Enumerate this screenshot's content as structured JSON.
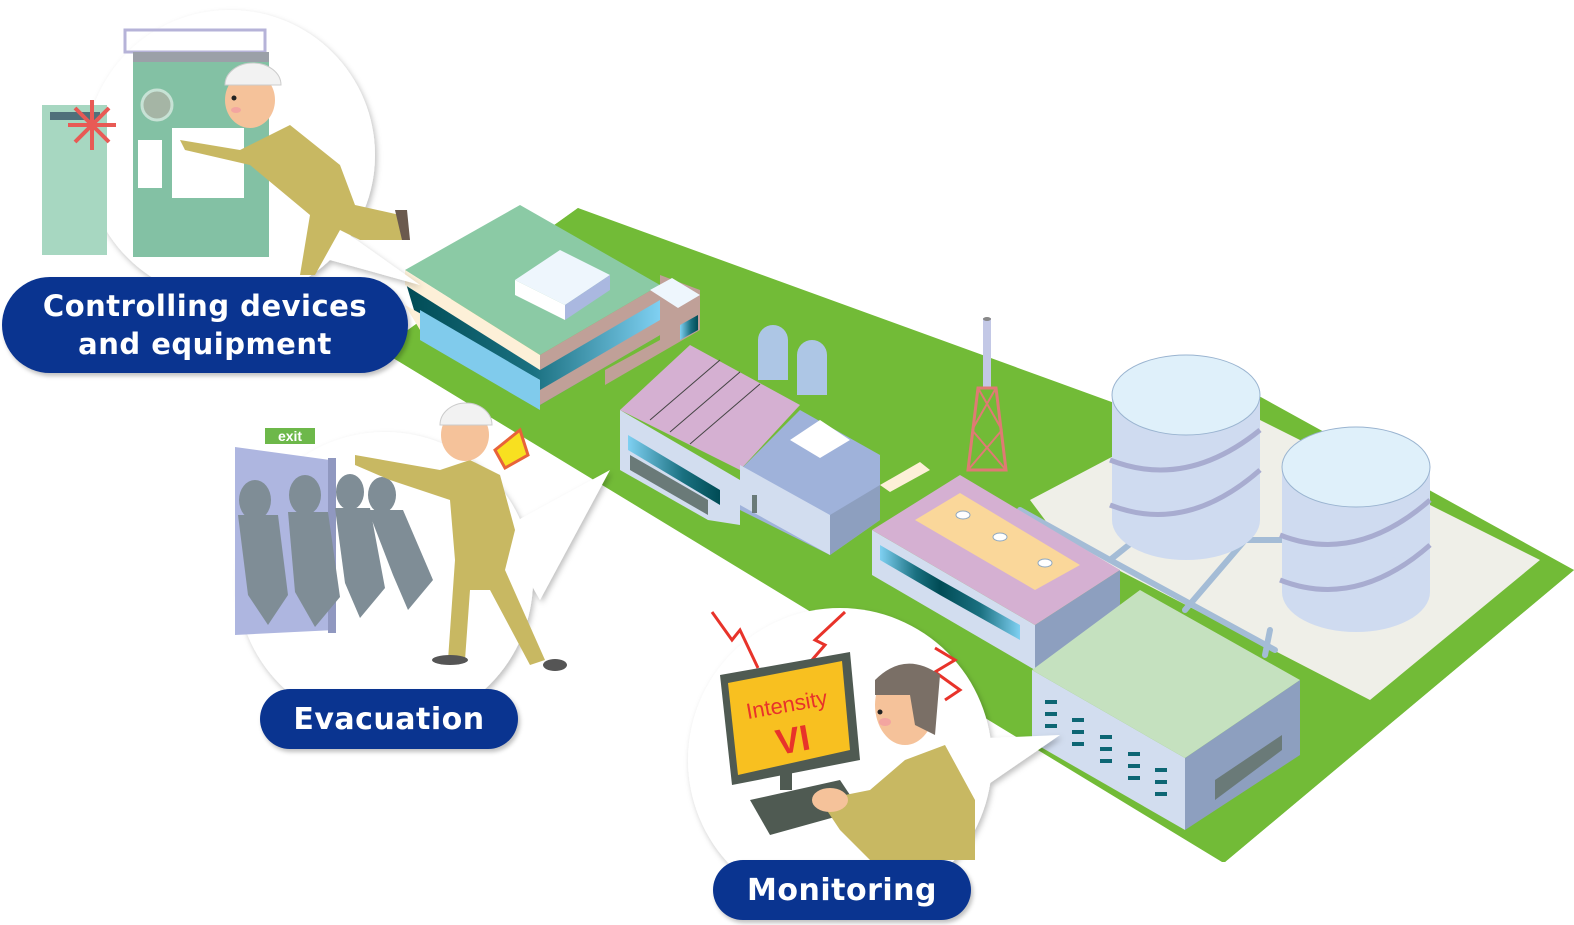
{
  "diagram": {
    "title": "Earthquake response at an industrial plant",
    "scenes": [
      {
        "id": "control",
        "label_line1": "Controlling devices",
        "label_line2": "and equipment"
      },
      {
        "id": "evacuation",
        "label": "Evacuation",
        "sign_text": "exit"
      },
      {
        "id": "monitoring",
        "label": "Monitoring",
        "screen_line1": "Intensity",
        "screen_line2": "VI"
      }
    ],
    "colors": {
      "pill": "#0a3490",
      "ground": "#72bb37",
      "tank_pad": "#efefe8",
      "uniform": "#c8b862",
      "alert_red": "#e8332a",
      "screen_yellow": "#f8c020"
    }
  }
}
